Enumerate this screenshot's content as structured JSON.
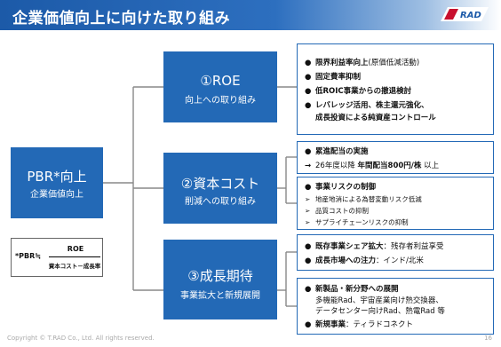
{
  "header": {
    "title": "企業価値向上に向けた取り組み",
    "logo_alt": "T-RAD logo"
  },
  "pbr_box": {
    "title": "PBR*向上",
    "subtitle": "企業価値向上"
  },
  "formula": {
    "lhs": "*PBR≒",
    "numerator": "ROE",
    "denominator": "資本コスト－成長率"
  },
  "pillars": [
    {
      "title": "①ROE",
      "subtitle": "向上への取り組み"
    },
    {
      "title": "②資本コスト",
      "subtitle": "削減への取り組み"
    },
    {
      "title": "③成長期待",
      "subtitle": "事業拡大と新規展開"
    }
  ],
  "box1": {
    "items": [
      {
        "bullet": "●",
        "text": "限界利益率向上",
        "note": "(原価低減活動)"
      },
      {
        "bullet": "●",
        "text": "固定費率抑制"
      },
      {
        "bullet": "●",
        "text": "低ROIC事業からの撤退検討"
      },
      {
        "bullet": "●",
        "text": "レバレッジ活用、株主還元強化、"
      },
      {
        "bullet": "",
        "text": "成長投資による純資産コントロール"
      }
    ]
  },
  "box2a": {
    "items": [
      {
        "bullet": "●",
        "text": "累進配当の実施"
      },
      {
        "bullet": "→",
        "text_prefix": "26年度以降 ",
        "text": "年間配当800円/株",
        "text_suffix": " 以上"
      }
    ]
  },
  "box2b": {
    "items": [
      {
        "bullet": "●",
        "text": "事業リスクの制御"
      },
      {
        "bullet": "➢",
        "text": "地産地消による為替変動リスク低減"
      },
      {
        "bullet": "➢",
        "text": "品質コストの抑制"
      },
      {
        "bullet": "➢",
        "text": "サプライチェーンリスクの抑制"
      }
    ]
  },
  "box3a": {
    "items": [
      {
        "bullet": "●",
        "text": "既存事業シェア拡大",
        "note": "：残存者利益享受"
      },
      {
        "bullet": "●",
        "text": "成長市場への注力",
        "note": "：インド/北米"
      }
    ]
  },
  "box3b": {
    "items": [
      {
        "bullet": "●",
        "text": "新製品・新分野への展開"
      },
      {
        "bullet": "",
        "text": "多機能Rad、宇宙産業向け熱交換器、"
      },
      {
        "bullet": "",
        "text": "データセンター向けRad、熱電Rad 等"
      },
      {
        "bullet": "●",
        "text": "新規事業",
        "note": "：ティラドコネクト"
      }
    ]
  },
  "footer": {
    "copyright": "Copyright © T.RAD Co., Ltd. All rights reserved.",
    "page": "16"
  },
  "colors": {
    "primary_blue": "#2369b6",
    "header_blue": "#1c5aa8",
    "connector_gray": "#888888"
  }
}
